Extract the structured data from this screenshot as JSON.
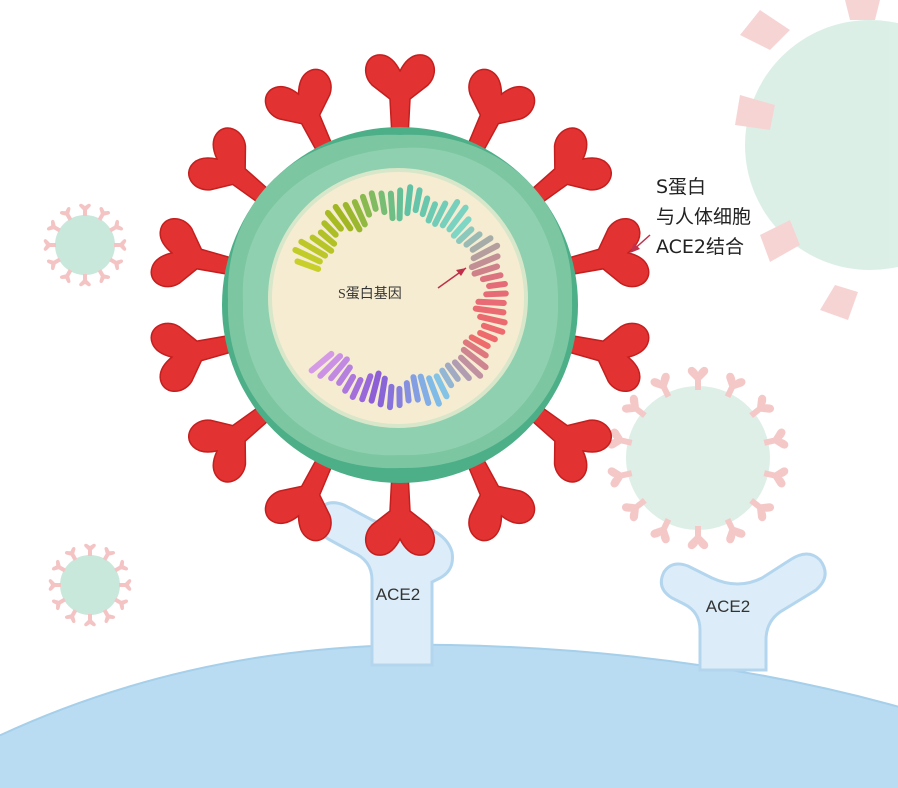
{
  "labels": {
    "gene": "S蛋白基因",
    "binding_line1": "S蛋白",
    "binding_line2": "与人体细胞",
    "binding_line3": "ACE2结合",
    "receptor_left": "ACE2",
    "receptor_right": "ACE2"
  },
  "colors": {
    "background": "#ffffff",
    "cell_membrane": "#b9dcf3",
    "receptor_fill": "#dcedf9",
    "receptor_edge": "#b3d6ee",
    "virus_envelope": "#4caf88",
    "virus_inner": "#f6ecd2",
    "spike": "#e33232",
    "spike_faded": "#f2b2b2",
    "virus_faded": "#bfe3d4",
    "arrow": "#c0304a"
  }
}
